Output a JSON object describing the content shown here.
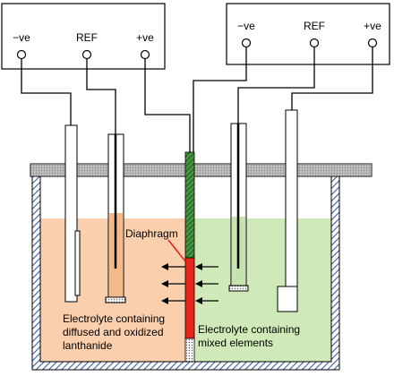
{
  "left_instrument": {
    "neg": "−ve",
    "ref": "REF",
    "pos": "+ve"
  },
  "right_instrument": {
    "neg": "−ve",
    "ref": "REF",
    "pos": "+ve"
  },
  "labels": {
    "diaphragm": "Diaphragm",
    "left_electrolyte": [
      "Electrolyte containing",
      "diffused and oxidized",
      "lanthanide"
    ],
    "right_electrolyte": [
      "Electrolyte containing",
      "mixed elements"
    ]
  },
  "colors": {
    "left_electrolyte": "#f9cfae",
    "right_electrolyte": "#cfeab8",
    "diaphragm": "#e8261c",
    "lid": "#9a9a9a",
    "vessel_wall": "#3b5ba0",
    "membrane_strip": "#3f8f3a"
  }
}
